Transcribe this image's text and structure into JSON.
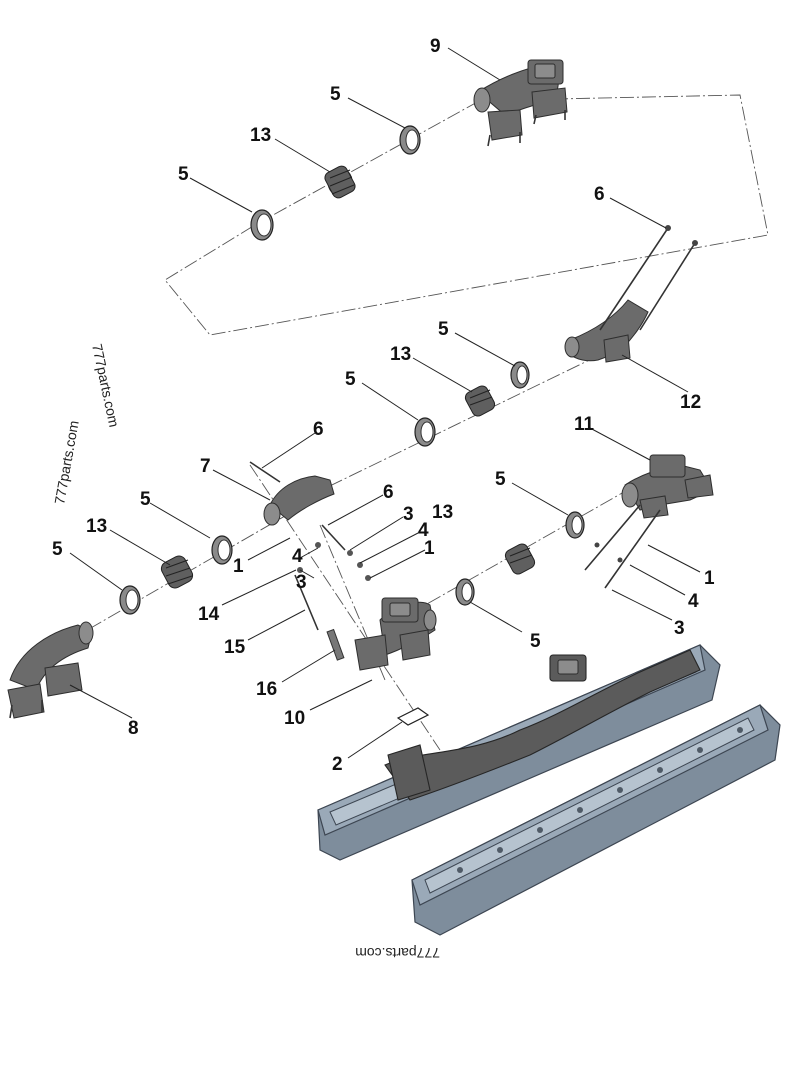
{
  "callouts": [
    {
      "id": "c9",
      "label": "9"
    },
    {
      "id": "c5a",
      "label": "5"
    },
    {
      "id": "c13a",
      "label": "13"
    },
    {
      "id": "c5b",
      "label": "5"
    },
    {
      "id": "c6a",
      "label": "6"
    },
    {
      "id": "c5c",
      "label": "5"
    },
    {
      "id": "c13b",
      "label": "13"
    },
    {
      "id": "c12",
      "label": "12"
    },
    {
      "id": "c5d",
      "label": "5"
    },
    {
      "id": "c6b",
      "label": "6"
    },
    {
      "id": "c11",
      "label": "11"
    },
    {
      "id": "c7",
      "label": "7"
    },
    {
      "id": "c6c",
      "label": "6"
    },
    {
      "id": "c3a",
      "label": "3"
    },
    {
      "id": "c4a",
      "label": "4"
    },
    {
      "id": "c1a",
      "label": "1"
    },
    {
      "id": "c5e",
      "label": "5"
    },
    {
      "id": "c13c",
      "label": "13"
    },
    {
      "id": "c5f",
      "label": "5"
    },
    {
      "id": "c13d",
      "label": "13"
    },
    {
      "id": "c1b",
      "label": "1"
    },
    {
      "id": "c4b",
      "label": "4"
    },
    {
      "id": "c3b",
      "label": "3"
    },
    {
      "id": "c5g",
      "label": "5"
    },
    {
      "id": "c1c",
      "label": "1"
    },
    {
      "id": "c4c",
      "label": "4"
    },
    {
      "id": "c3c",
      "label": "3"
    },
    {
      "id": "c14",
      "label": "14"
    },
    {
      "id": "c15",
      "label": "15"
    },
    {
      "id": "c5h",
      "label": "5"
    },
    {
      "id": "c16",
      "label": "16"
    },
    {
      "id": "c10",
      "label": "10"
    },
    {
      "id": "c8",
      "label": "8"
    },
    {
      "id": "c2",
      "label": "2"
    }
  ],
  "watermarks": {
    "top": "777parts.com",
    "side": "777parts.com",
    "bottom": "777parts.com"
  },
  "colors": {
    "pipe": "#6b6b6b",
    "cylinder_head": "#9aa9b8"
  }
}
